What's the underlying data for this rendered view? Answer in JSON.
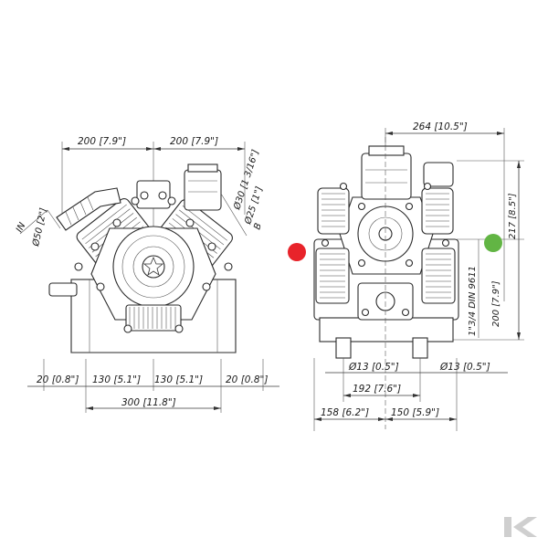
{
  "colors": {
    "red_dot": "#e8232a",
    "green_dot": "#62b544",
    "logo": "#cfcfcf",
    "line": "#3a3a3a"
  },
  "front": {
    "top_left_dim": "200 [7.9\"]",
    "top_right_dim": "200 [7.9\"]",
    "in_label": "IN",
    "inlet_dia": "Ø50 [2\"]",
    "outlet_dia_a": "Ø30 [1 3/16\"]",
    "outlet_dia_b": "Ø25 [1\"]",
    "out_label": "B",
    "bottom_dims": [
      "20 [0.8\"]",
      "130 [5.1\"]",
      "130 [5.1\"]",
      "20 [0.8\"]"
    ],
    "total_width": "300 [11.8\"]"
  },
  "side": {
    "top_dim": "264 [10.5\"]",
    "right_dim_upper": "217 [8.5\"]",
    "right_dim_lower": "200 [7.9\"]",
    "shaft_label": "1\"3/4 DIN 9611",
    "hole_left": "Ø13 [0.5\"]",
    "hole_right": "Ø13 [0.5\"]",
    "mount_width": "192 [7.6\"]",
    "offset_left": "158 [6.2\"]",
    "offset_right": "150 [5.9\"]"
  },
  "markers": {
    "red": "red-marker",
    "green": "green-marker"
  },
  "logo": {
    "icon": "k-logo-icon"
  }
}
